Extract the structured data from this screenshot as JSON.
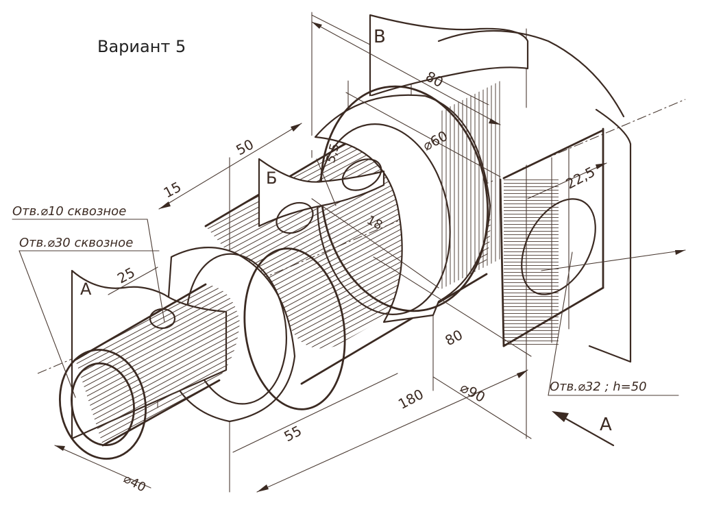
{
  "title": "Вариант 5",
  "section_letters": {
    "a": "А",
    "b": "Б",
    "v": "В"
  },
  "view_arrow_label": "А",
  "callouts": {
    "hole10": "Отв.⌀10 сквозное",
    "hole30": "Отв.⌀30 сквозное",
    "hole32": "Отв.⌀32 ; h=50"
  },
  "dimensions": {
    "d80_top": "80",
    "d60": "⌀60",
    "d50": "50",
    "d5_5": "5,5",
    "d15": "15",
    "d22_5": "22,5",
    "d18": "18",
    "d25": "25",
    "d80_bottom": "80",
    "d180": "180",
    "d90": "⌀90",
    "d55": "55",
    "d40": "⌀40"
  },
  "colors": {
    "ink": "#3b2a22",
    "paper": "#ffffff"
  }
}
